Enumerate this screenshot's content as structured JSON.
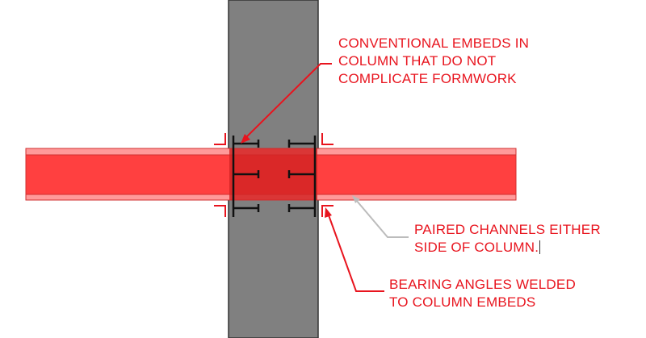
{
  "colors": {
    "column": "#808080",
    "column_edge": "#333333",
    "beam": "#ff4040",
    "beam_flange": "#ff9a9a",
    "beam_overlap": "#d42424",
    "embed": "#111111",
    "callout_text": "#e8141e",
    "leader_red": "#e8141e",
    "leader_gray": "#bcbcbc",
    "angle": "#e8141e"
  },
  "callouts": {
    "embeds": {
      "lines": [
        "CONVENTIONAL EMBEDS IN",
        "COLUMN THAT DO NOT",
        "COMPLICATE FORMWORK"
      ]
    },
    "channels": {
      "lines": [
        "PAIRED CHANNELS EITHER",
        "SIDE OF COLUMN."
      ]
    },
    "angles": {
      "lines": [
        "BEARING ANGLES WELDED",
        "TO COLUMN EMBEDS"
      ]
    }
  }
}
